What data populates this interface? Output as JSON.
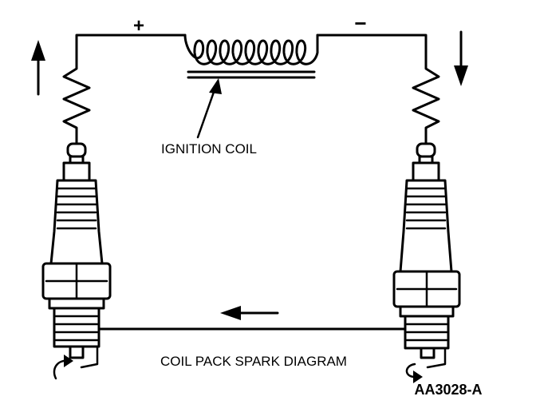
{
  "labels": {
    "plus": "+",
    "minus": "−",
    "coil": "IGNITION COIL",
    "caption": "COIL PACK SPARK DIAGRAM",
    "code": "AA3028-A"
  },
  "colors": {
    "ink": "#000000",
    "background": "#ffffff"
  },
  "icons": {
    "up_arrow": "arrow-up-icon",
    "down_arrow": "arrow-down-icon",
    "left_arrow": "arrow-left-icon",
    "spark": "spark-arc-icon"
  }
}
